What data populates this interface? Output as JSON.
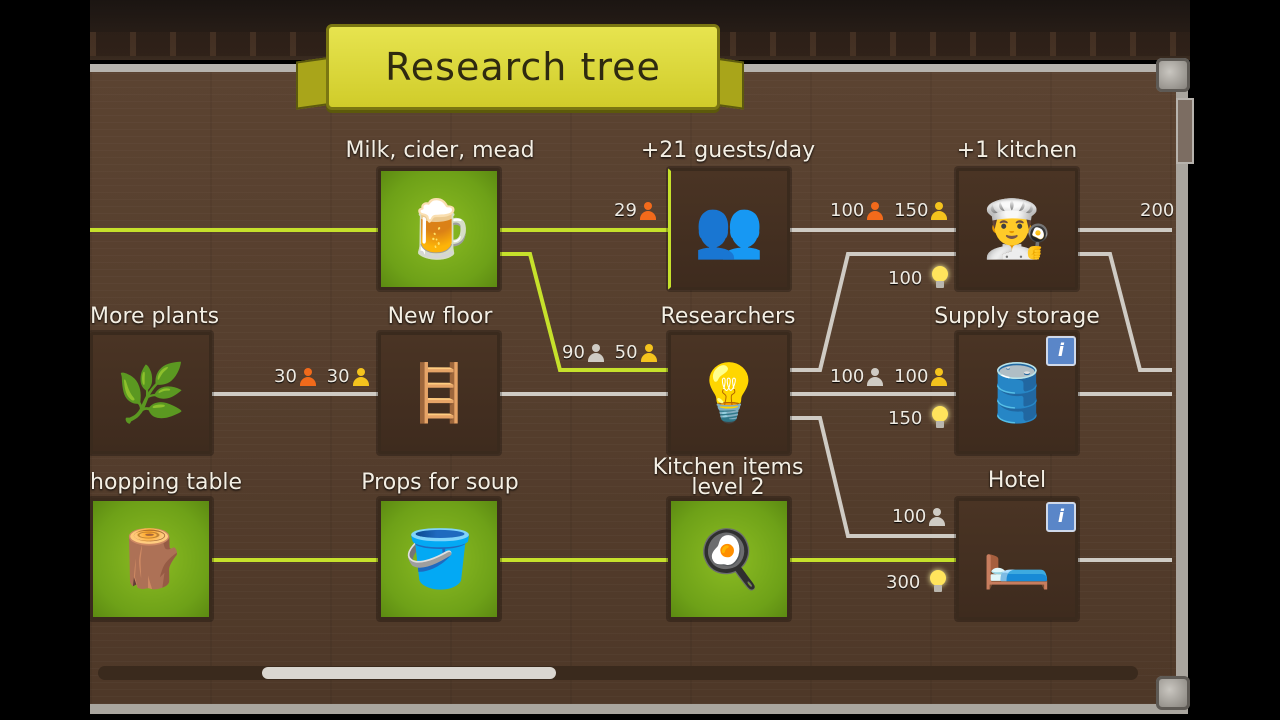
{
  "title": "Research tree",
  "nodes": {
    "milk": {
      "title": "Milk, cider, mead",
      "art": "🍺"
    },
    "guests": {
      "title": "+21 guests/day",
      "art": "👥"
    },
    "kitchen": {
      "title": "+1 kitchen",
      "art": "👨‍🍳"
    },
    "plants": {
      "title": "More plants",
      "art": "🌿"
    },
    "floor": {
      "title": "New floor",
      "art": "🪜"
    },
    "researchers": {
      "title": "Researchers",
      "art": "💡"
    },
    "supply": {
      "title": "Supply storage",
      "art": "🛢️"
    },
    "chopping": {
      "title": "hopping table",
      "art": "🪵"
    },
    "soup": {
      "title": "Props for soup",
      "art": "🪣"
    },
    "kitchen_items": {
      "title": "Kitchen items level 2",
      "art": "🍳"
    },
    "hotel": {
      "title": "Hotel",
      "art": "🛏️"
    }
  },
  "costs": {
    "guests_orange": "29",
    "kitchen_orange": "100",
    "kitchen_yellow": "150",
    "kitchen_bulb": "100",
    "kitchen_next": "200",
    "floor_orange": "30",
    "floor_yellow": "30",
    "researchers_grey": "90",
    "researchers_yellow": "50",
    "supply_grey": "100",
    "supply_yellow": "100",
    "supply_bulb": "150",
    "hotel_grey": "100",
    "hotel_bulb": "300"
  },
  "info_label": "i",
  "icons": [
    "person-orange-icon",
    "person-yellow-icon",
    "person-grey-icon",
    "lightbulb-icon",
    "info-icon"
  ],
  "colors": {
    "unlocked": "#8cbc23",
    "line_active": "#c6e12b",
    "line_locked": "#cfcbc4",
    "banner": "#e1dd3e"
  }
}
